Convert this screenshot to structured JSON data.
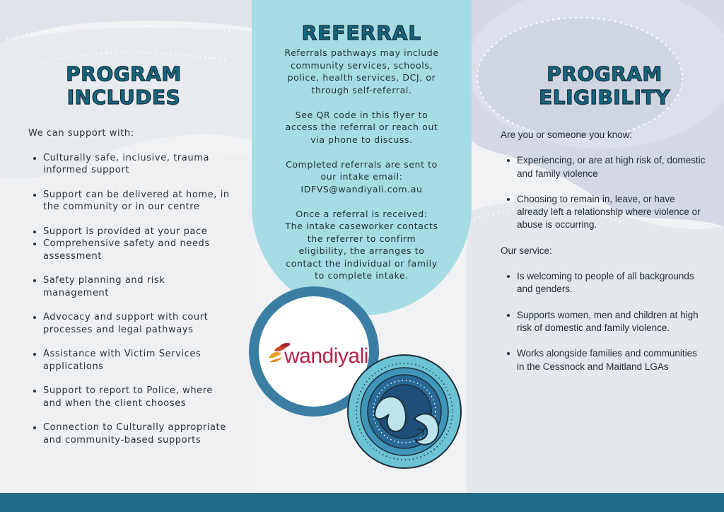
{
  "colors": {
    "heading_teal": "#15677f",
    "panel_aqua": "#a6dce3",
    "logo_ring_blue": "#3b7ea4",
    "logo_red": "#b8244a",
    "footer_blue": "#1f6c8a"
  },
  "left": {
    "heading": [
      "PROGRAM",
      "INCLUDES"
    ],
    "intro": "We can support with:",
    "items": [
      "Culturally safe, inclusive, trauma informed support",
      "Support can be delivered at home, in the community or in our centre",
      "Support is provided at your pace",
      "Comprehensive safety and needs assessment",
      "Safety planning and risk management",
      "Advocacy and support with court processes and legal pathways",
      "Assistance with Victim Services applications",
      "Support to report to Police, where and when the client chooses",
      "Connection to Culturally appropriate and community-based supports"
    ]
  },
  "middle": {
    "heading": "REFERRAL",
    "paragraphs": [
      [
        "Referrals pathways may include",
        "community services, schools,",
        "police, health services, DCJ, or",
        "through self-referral."
      ],
      [
        "See QR code in this flyer to",
        "access the referral or reach out",
        "via phone to discuss."
      ],
      [
        "Completed referrals are sent to",
        "our intake email:",
        "IDFVS@wandiyali.com.au"
      ],
      [
        "Once a referral is received:",
        "The intake caseworker contacts",
        "the referrer to confirm",
        "eligibility, the arranges to",
        "contact the individual or family",
        "to complete intake."
      ]
    ],
    "logo_text": "wandiyali",
    "logo_icon": "leaf-petals-icon",
    "artwork_icon": "aboriginal-circle-artwork-icon"
  },
  "right": {
    "heading": [
      "PROGRAM",
      "ELIGIBILITY"
    ],
    "intro": "Are you or someone you know:",
    "eligibility_items": [
      " Experiencing, or are at high risk of, domestic and family violence",
      "Choosing to remain in, leave, or have already left a relationship where violence or abuse is occurring."
    ],
    "service_intro": "Our service:",
    "service_items": [
      "Is welcoming to people of all backgrounds and genders.",
      "Supports women, men and children at high risk of domestic and family violence.",
      "Works alongside  families and communities in the Cessnock and Maitland LGAs"
    ]
  }
}
